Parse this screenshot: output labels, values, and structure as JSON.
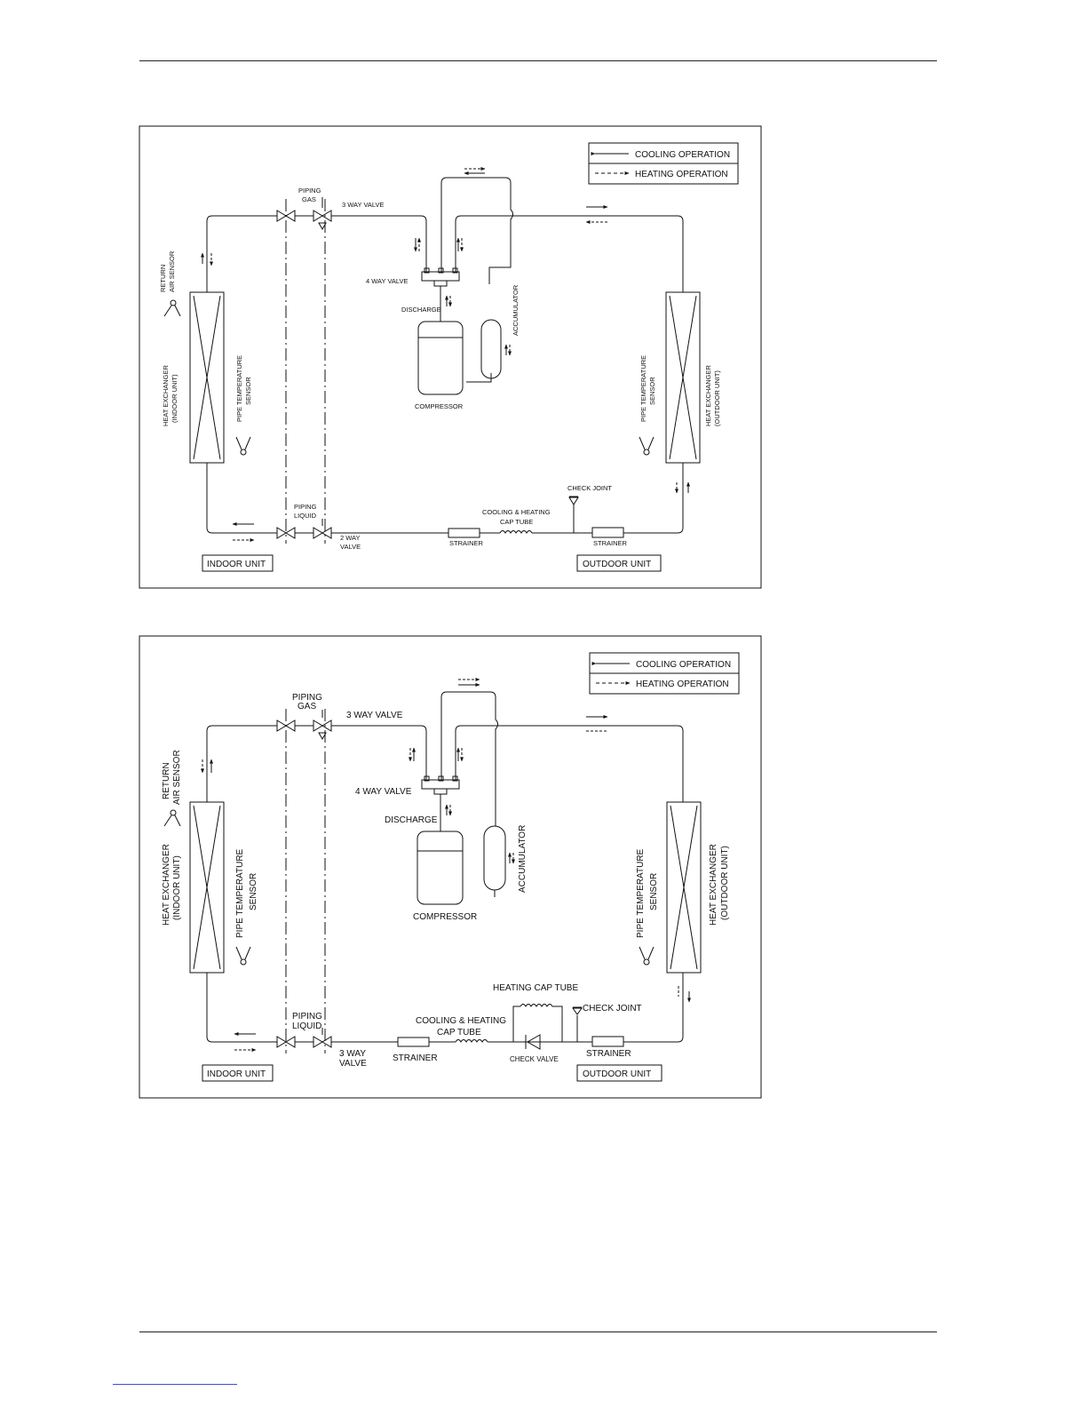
{
  "diagram1": {
    "legend": {
      "cooling": "COOLING OPERATION",
      "heating": "HEATING OPERATION"
    },
    "labels": {
      "piping_gas": [
        "PIPING",
        "GAS"
      ],
      "three_way_valve": "3 WAY VALVE",
      "return_air_sensor": [
        "RETURN",
        "AIR SENSOR"
      ],
      "four_way_valve": "4 WAY VALVE",
      "discharge": "DISCHARGE",
      "accumulator": "ACCUMULATOR",
      "compressor": "COMPRESSOR",
      "hx_indoor": [
        "HEAT EXCHANGER",
        "(INDOOR UNIT)"
      ],
      "pipe_sensor_indoor": [
        "PIPE TEMPERATURE",
        "SENSOR"
      ],
      "pipe_sensor_outdoor": [
        "PIPE TEMPERATURE",
        "SENSOR"
      ],
      "hx_outdoor": [
        "HEAT EXCHANGER",
        "(OUTDOOR UNIT)"
      ],
      "check_joint": "CHECK JOINT",
      "cap_tube": [
        "COOLING & HEATING",
        "CAP TUBE"
      ],
      "piping_liquid": [
        "PIPING",
        "LIQUID"
      ],
      "two_way_valve": [
        "2 WAY",
        "VALVE"
      ],
      "strainer_1": "STRAINER",
      "strainer_2": "STRAINER",
      "indoor_unit": "INDOOR UNIT",
      "outdoor_unit": "OUTDOOR UNIT"
    }
  },
  "diagram2": {
    "legend": {
      "cooling": "COOLING OPERATION",
      "heating": "HEATING OPERATION"
    },
    "labels": {
      "piping_gas": [
        "PIPING",
        "GAS"
      ],
      "three_way_valve": "3 WAY VALVE",
      "return_air_sensor": [
        "RETURN",
        "AIR SENSOR"
      ],
      "four_way_valve": "4 WAY VALVE",
      "discharge": "DISCHARGE",
      "accumulator": "ACCUMULATOR",
      "compressor": "COMPRESSOR",
      "hx_indoor": [
        "HEAT EXCHANGER",
        "(INDOOR UNIT)"
      ],
      "pipe_sensor_indoor": [
        "PIPE TEMPERATURE",
        "SENSOR"
      ],
      "pipe_sensor_outdoor": [
        "PIPE TEMPERATURE",
        "SENSOR"
      ],
      "hx_outdoor": [
        "HEAT EXCHANGER",
        "(OUTDOOR UNIT)"
      ],
      "heating_cap_tube": "HEATING CAP TUBE",
      "check_joint": "CHECK JOINT",
      "cap_tube": [
        "COOLING & HEATING",
        "CAP TUBE"
      ],
      "piping_liquid": [
        "PIPING",
        "LIQUID"
      ],
      "three_way_valve_liquid": [
        "3 WAY",
        "VALVE"
      ],
      "strainer_1": "STRAINER",
      "check_valve": "CHECK VALVE",
      "strainer_2": "STRAINER",
      "indoor_unit": "INDOOR UNIT",
      "outdoor_unit": "OUTDOOR UNIT"
    }
  }
}
